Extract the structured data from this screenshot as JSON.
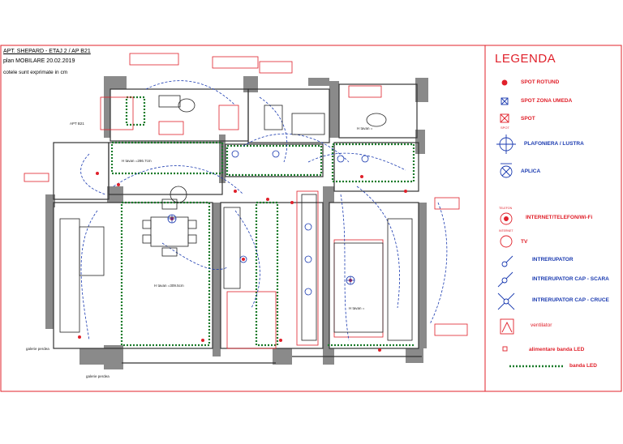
{
  "header": {
    "line1": "APT. SHEPARD - ETAJ 2 / AP B21",
    "line2": "plan  MOBILARE 20.02.2019",
    "line3": "cotele sunt exprimate in cm"
  },
  "legend": {
    "title": "LEGENDA",
    "items": [
      {
        "label": "SPOT ROTUND",
        "icon": "round-spot-icon",
        "color": "#e0202a"
      },
      {
        "label": "SPOT ZONA UMEDA",
        "icon": "wet-zone-spot-icon",
        "color": "#1a3ab0"
      },
      {
        "label": "SPOT",
        "icon": "spot-icon",
        "color": "#e0202a"
      },
      {
        "label": "PLAFONIERA / LUSTRA",
        "icon": "ceiling-light-icon",
        "color": "#1a3ab0"
      },
      {
        "label": "APLICA",
        "icon": "wall-lamp-icon",
        "color": "#1a3ab0"
      },
      {
        "label": "INTERNET/TELEFON/Wi-Fi",
        "icon": "internet-phone-wifi-icon",
        "color": "#e0202a"
      },
      {
        "label": "TV",
        "icon": "tv-socket-icon",
        "color": "#e0202a"
      },
      {
        "label": "INTRERUPATOR",
        "icon": "switch-icon",
        "color": "#1a3ab0"
      },
      {
        "label": "INTRERUPATOR CAP - SCARA",
        "icon": "stair-switch-icon",
        "color": "#1a3ab0"
      },
      {
        "label": "INTRERUPATOR CAP - CRUCE",
        "icon": "cross-switch-icon",
        "color": "#1a3ab0"
      },
      {
        "label": "ventilator",
        "icon": "fan-icon",
        "color": "#e0202a"
      },
      {
        "label": "alimentare banda LED",
        "icon": "led-feed-icon",
        "color": "#e0202a"
      },
      {
        "label": "banda LED",
        "icon": "led-strip-icon",
        "color": "#1a7a2a"
      }
    ],
    "icon_captions": {
      "spot": "SPOT",
      "internet": "TELEFON",
      "internet2": "INTERNET"
    }
  },
  "plan": {
    "room_labels": [
      "H tavan =286.7cm",
      "H tavan =309.5cm",
      "H tavan =",
      "H tavan ="
    ],
    "room_small_labels": [
      "APT B21",
      "galerie perdea",
      "galerie perdea"
    ],
    "colors": {
      "wall": "#8a8a8a",
      "wire": "#1a3ab0",
      "annotation": "#e0202a",
      "led": "#1a7a2a",
      "furniture": "#222222"
    }
  }
}
